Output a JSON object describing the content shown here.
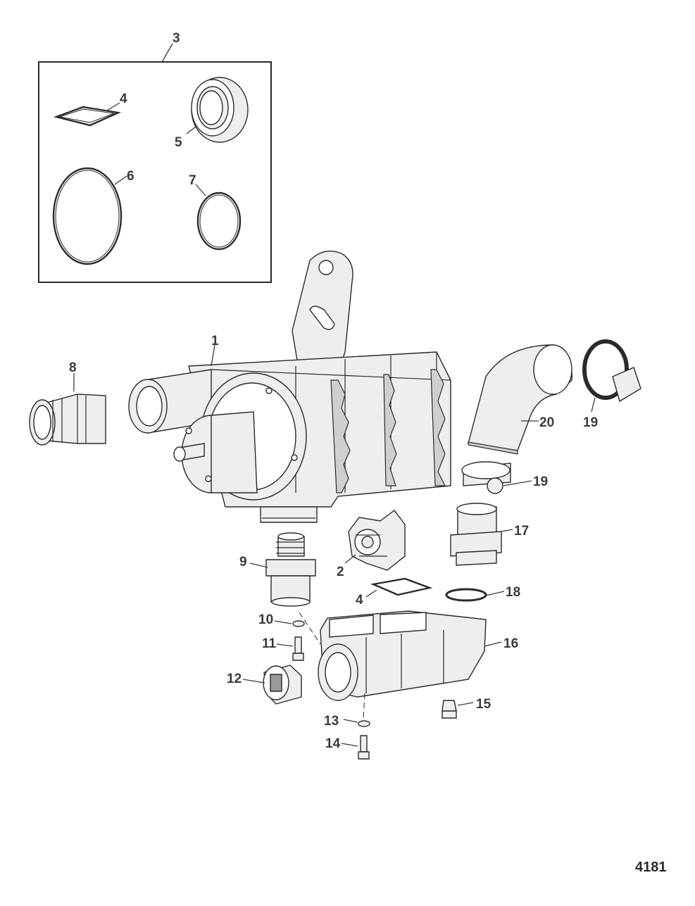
{
  "callouts": {
    "c1": "1",
    "c2": "2",
    "c3": "3",
    "c4a": "4",
    "c4b": "4",
    "c5": "5",
    "c6": "6",
    "c7": "7",
    "c8": "8",
    "c9": "9",
    "c10": "10",
    "c11": "11",
    "c12": "12",
    "c13": "13",
    "c14": "14",
    "c15": "15",
    "c16": "16",
    "c17": "17",
    "c18": "18",
    "c19a": "19",
    "c19b": "19",
    "c20": "20"
  },
  "figure_id": "4181",
  "colors": {
    "line": "#2a2a2a",
    "fill": "#eeeeee",
    "shade": "#9a9a9a"
  }
}
